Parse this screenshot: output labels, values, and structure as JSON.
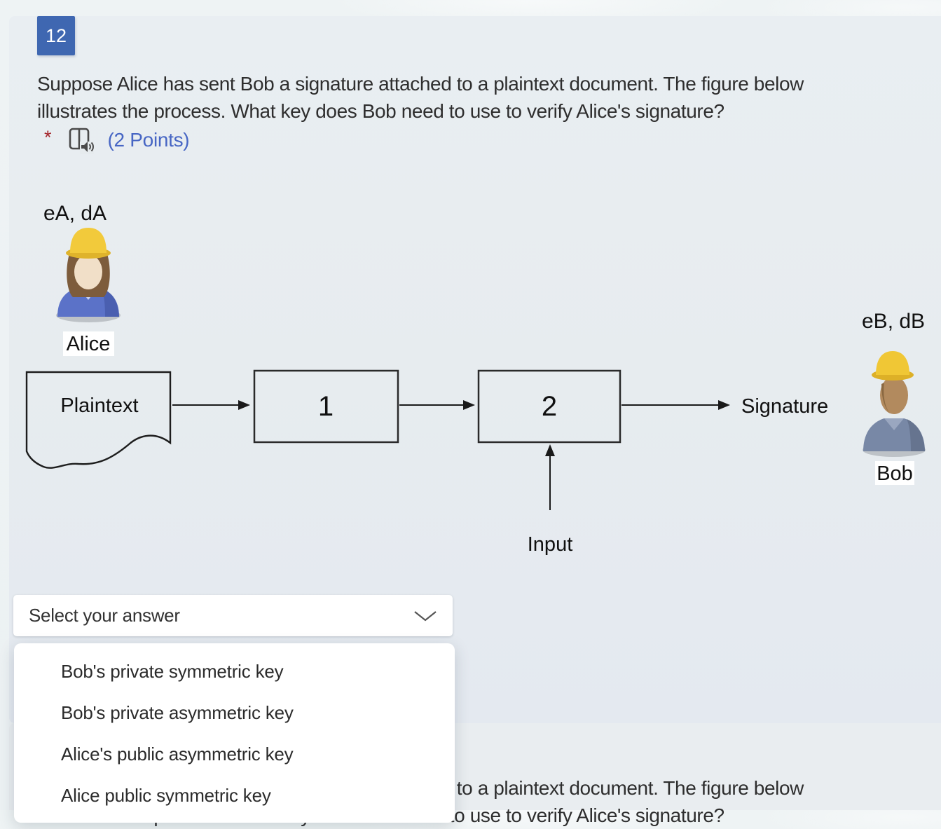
{
  "question": {
    "number": "12",
    "text_line1": "Suppose Alice has sent Bob a signature attached to a plaintext document. The figure below",
    "text_line2": "illustrates the process. What key does Bob need to use to verify Alice's signature?",
    "required_marker": "*",
    "points_label": "(2 Points)"
  },
  "diagram": {
    "alice_keys_label": "eA, dA",
    "alice_name": "Alice",
    "plaintext_label": "Plaintext",
    "box1_label": "1",
    "box2_label": "2",
    "signature_label": "Signature",
    "input_label": "Input",
    "bob_keys_label": "eB, dB",
    "bob_name": "Bob"
  },
  "answer_select": {
    "placeholder": "Select your answer",
    "options": [
      "Bob's private symmetric key",
      "Bob's private asymmetric key",
      "Alice's public asymmetric key",
      "Alice public symmetric key"
    ]
  },
  "next_question": {
    "text_line1": "Suppose Alice has sent Bob a signature attached to a plaintext document. The figure below",
    "text_line2": "illustrates the process. What key does Bob need to use to verify Alice's signature?"
  },
  "icons": {
    "immersive_reader": "book-with-audio-speaker",
    "select_chevron": "chevron-down"
  },
  "colors": {
    "question_badge": "#3f67b1",
    "points_text": "#4766c4",
    "required_asterisk": "#a4262c",
    "card_background": "#e7ecef",
    "panel_background": "#ffffff"
  }
}
